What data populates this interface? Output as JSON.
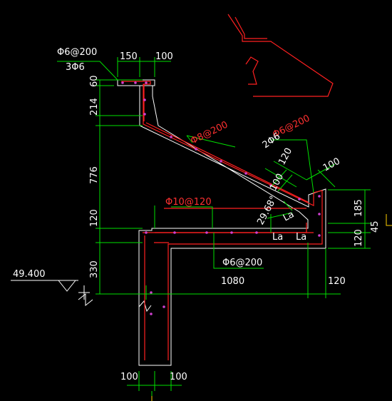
{
  "colors": {
    "background": "#000000",
    "dimension": "#00e000",
    "outline": "#ffffff",
    "rebar": "#ff2020",
    "rebar_label": "#ff3030",
    "stirrup_dots": "#d040d0"
  },
  "labels": {
    "top_rebar_spec": "Φ6@200",
    "top_rebar_count": "3Φ6",
    "slope_rebar_spec": "Φ8@200",
    "right_rebar_spec": "Φ6@200",
    "right_rebar_count": "2Φ6",
    "slab_top_rebar": "Φ10@120",
    "slab_bottom_rebar": "Φ6@200",
    "elevation": "49.400",
    "angle": "29.68°",
    "anchor_la_1": "La",
    "anchor_la_2": "La",
    "anchor_la_3": "La"
  },
  "dimensions": {
    "top_width_1": "150",
    "top_width_2": "100",
    "left_60": "60",
    "left_214": "214",
    "left_776": "776",
    "left_120": "120",
    "left_330": "330",
    "slope_thickness": "100",
    "slope_120": "120",
    "right_top_100": "100",
    "right_185": "185",
    "right_45": "45",
    "right_120": "120",
    "bottom_1080": "1080",
    "bottom_120": "120",
    "wall_left_100": "100",
    "wall_right_100": "100"
  }
}
